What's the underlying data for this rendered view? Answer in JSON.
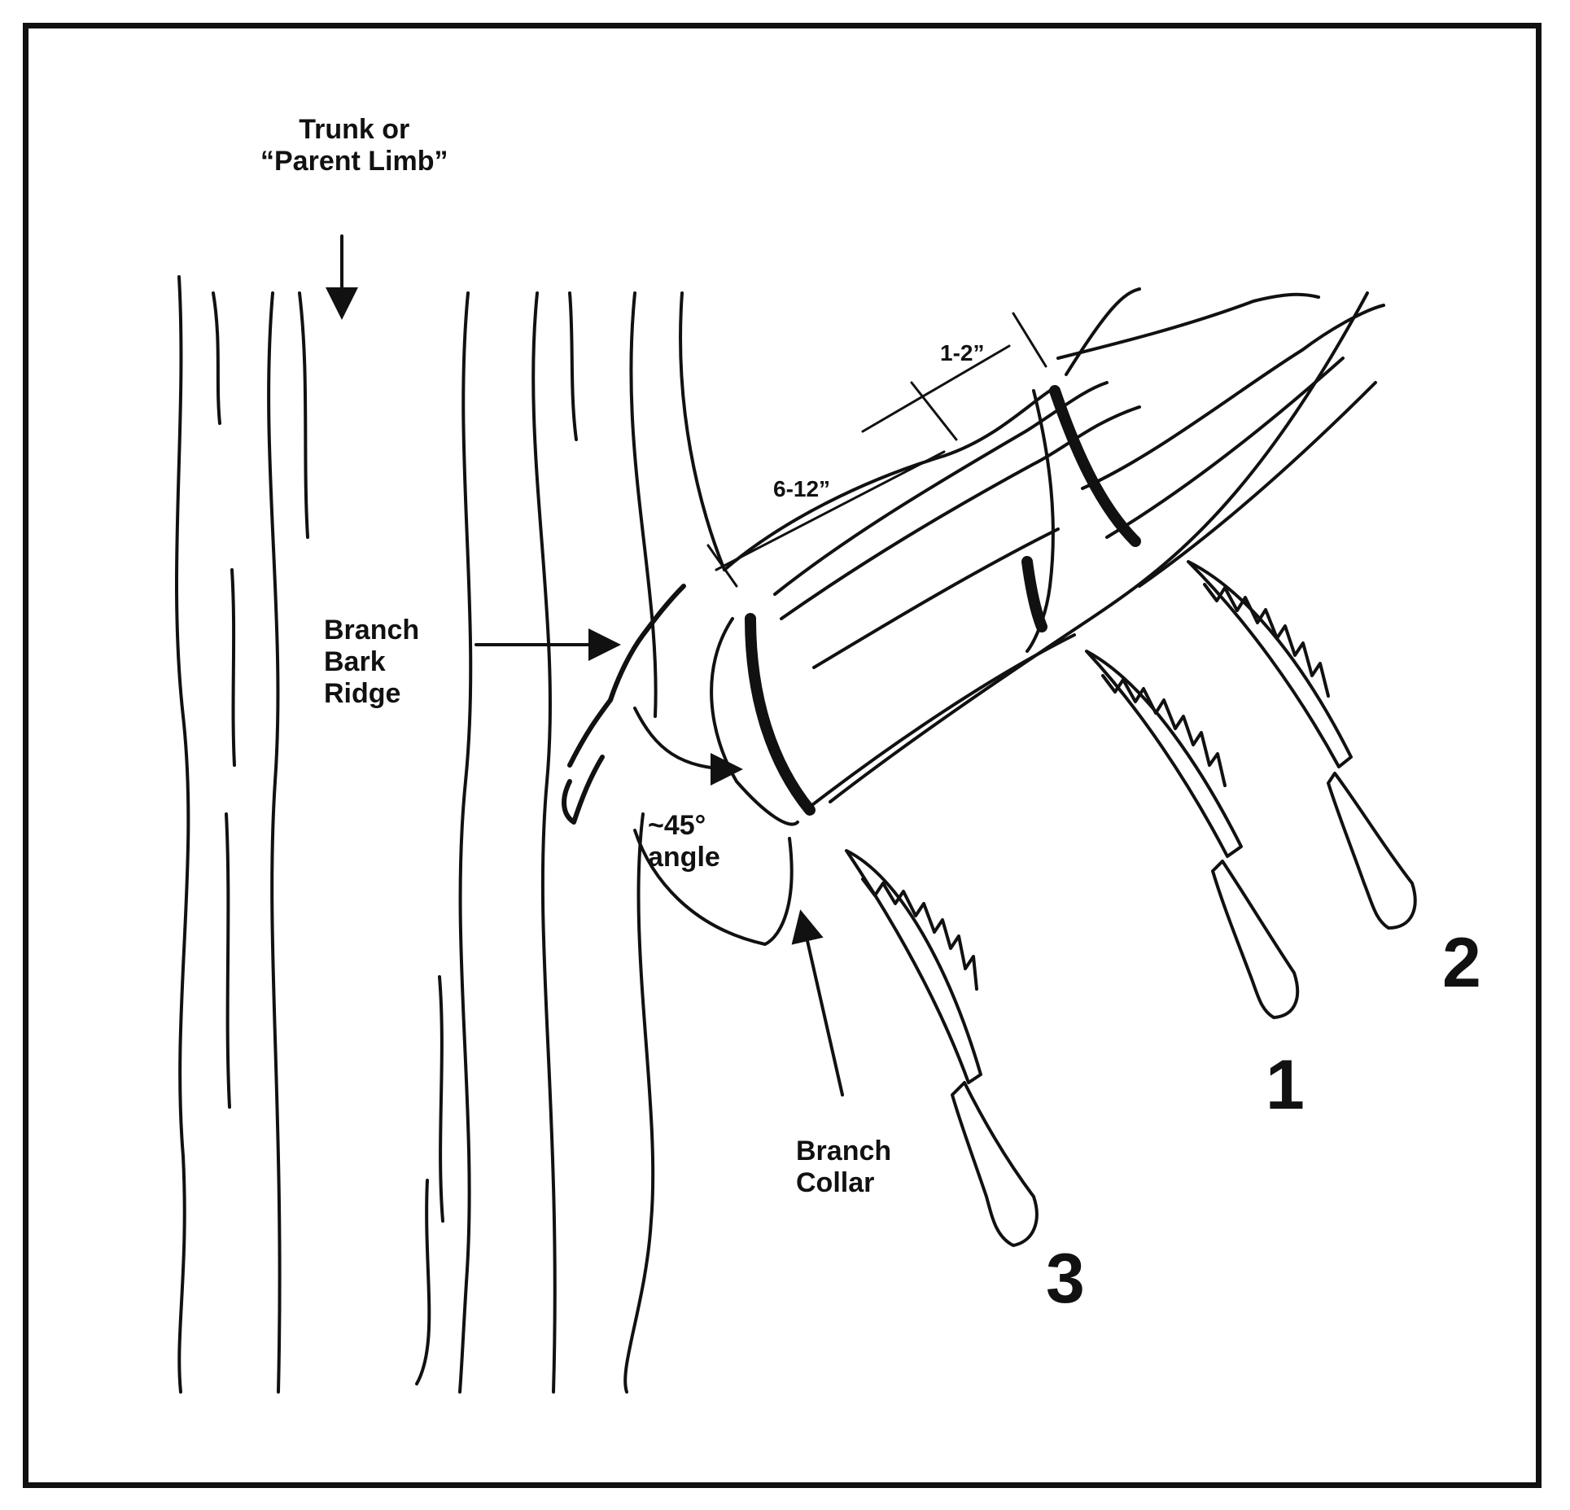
{
  "labels": {
    "trunk_line1": "Trunk or",
    "trunk_line2": "“Parent  Limb”",
    "bark_line1": "Branch",
    "bark_line2": "Bark",
    "bark_line3": "Ridge",
    "angle_line1": "~45°",
    "angle_line2": "angle",
    "collar_line1": "Branch",
    "collar_line2": "Collar",
    "dim_stub": "6-12”",
    "dim_gap": "1-2”"
  },
  "cuts": {
    "first": "1",
    "second": "2",
    "third": "3"
  },
  "colors": {
    "ink": "#111111",
    "paper": "#ffffff"
  },
  "icons": [
    "saw-icon",
    "saw-icon",
    "saw-icon",
    "arrow-icon"
  ]
}
